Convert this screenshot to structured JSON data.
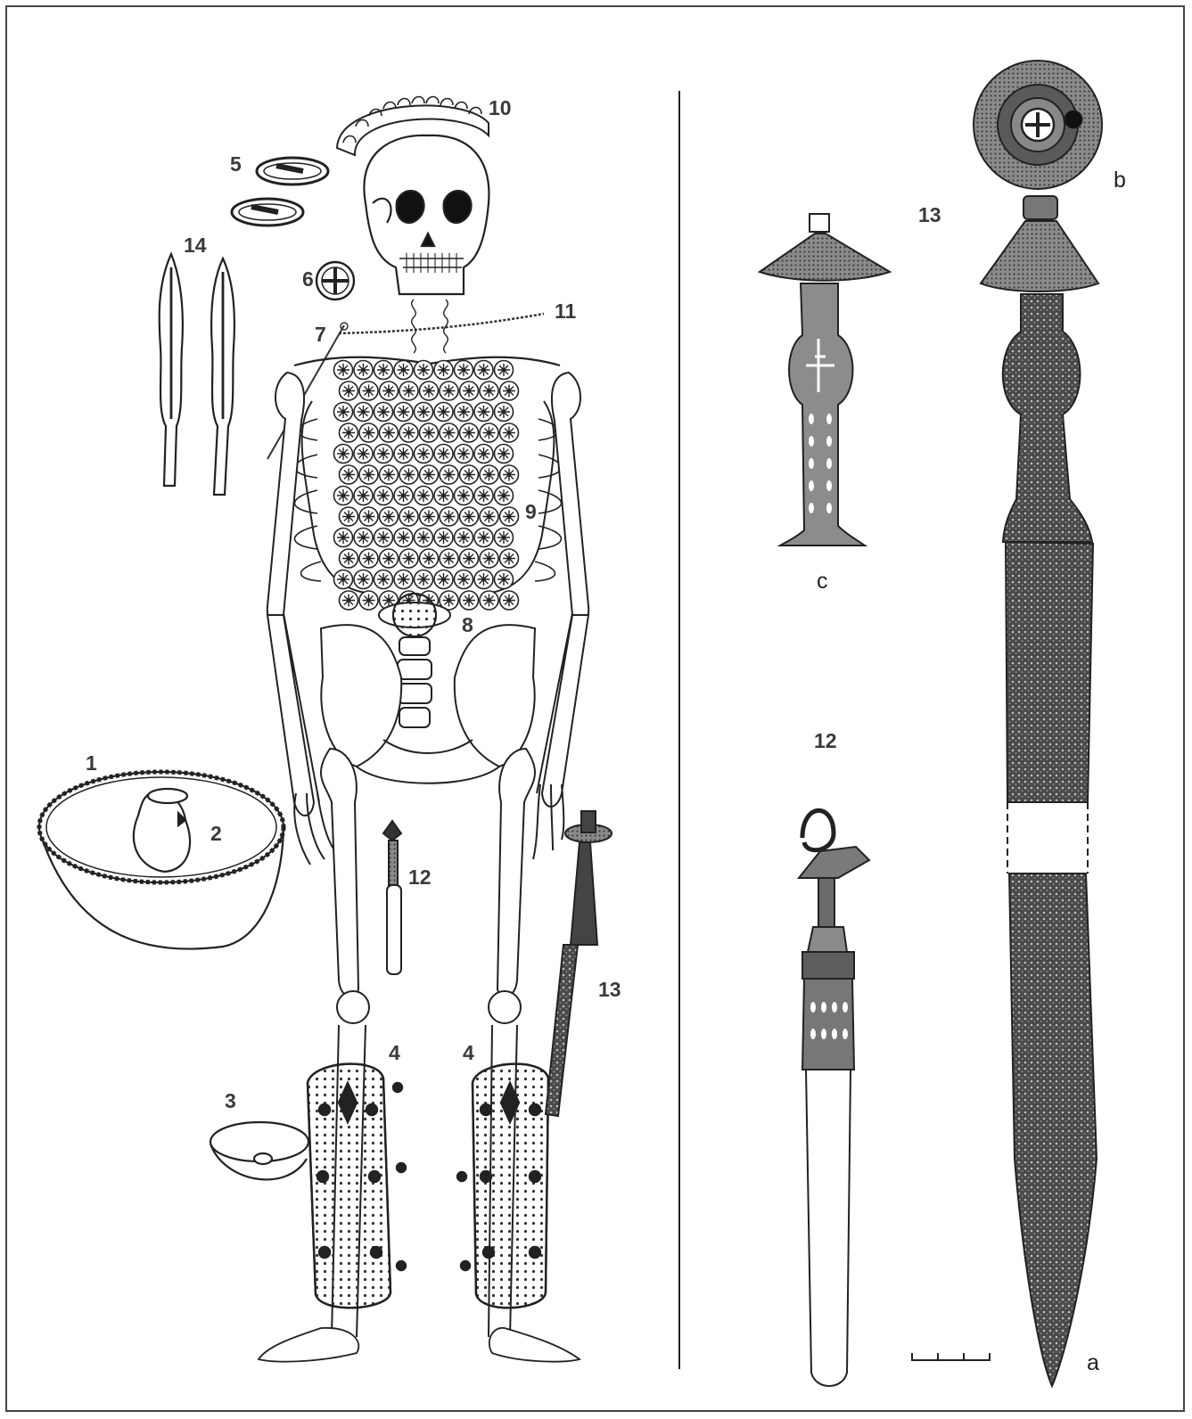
{
  "labels": {
    "n1": "1",
    "n2": "2",
    "n3": "3",
    "n4_left": "4",
    "n4_right": "4",
    "n5": "5",
    "n6": "6",
    "n7": "7",
    "n8": "8",
    "n9": "9",
    "n10": "10",
    "n11": "11",
    "n12_burial": "12",
    "n13_burial": "13",
    "n14": "14",
    "n12_detail": "12",
    "n13_detail": "13",
    "a": "a",
    "b": "b",
    "c": "c"
  },
  "colors": {
    "ink": "#2a2a2a",
    "iron": "#3d3d3d",
    "bronze_fill": "#6e6e6e",
    "bone_fill": "#ffffff"
  },
  "icons": {
    "burial": "skeleton-with-grave-goods-drawing",
    "sword": "iron-dagger-with-scabbard",
    "pommel": "disc-pommel-top-view",
    "hilt": "openwork-dagger-hilt",
    "knife": "bronze-knife-with-bone-handle",
    "scale": "scale-bar"
  }
}
